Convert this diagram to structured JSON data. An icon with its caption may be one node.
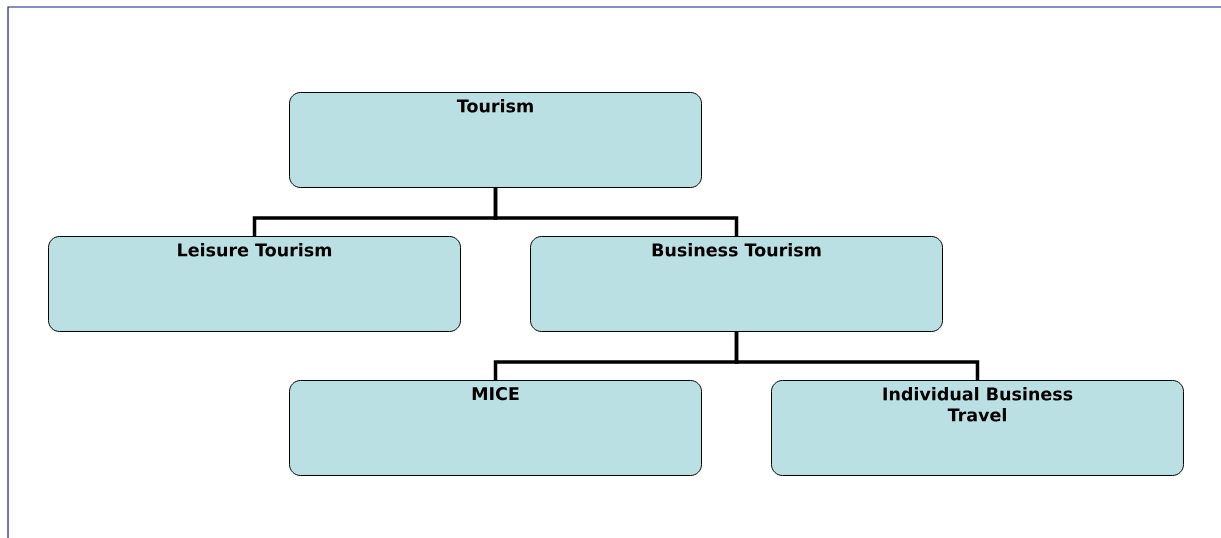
{
  "diagram": {
    "nodes": [
      {
        "text": [
          "Tourism"
        ]
      },
      {
        "text": [
          "Leisure Tourism"
        ]
      },
      {
        "text": [
          "Business Tourism"
        ]
      },
      {
        "text": [
          "MICE"
        ]
      },
      {
        "text": [
          "Individual Business Travel"
        ]
      }
    ],
    "edges": [
      {
        "from": 0,
        "to": 1,
        "arrow": "none"
      },
      {
        "from": 0,
        "to": 2,
        "arrow": "none"
      },
      {
        "from": 2,
        "to": 3,
        "arrow": "none"
      },
      {
        "from": 2,
        "to": 4,
        "arrow": "none"
      }
    ]
  }
}
